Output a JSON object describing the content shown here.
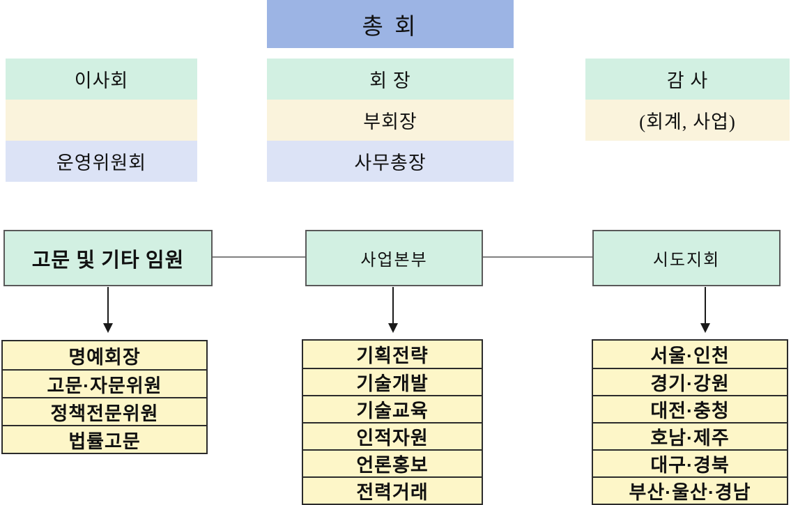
{
  "colors": {
    "assembly_blue": "#9cb4e4",
    "mint_green": "#d2f0e2",
    "cream": "#faf3dc",
    "lavender_blue": "#dce3f6",
    "list_yellow": "#fdf6c8",
    "connector_gray": "#808080",
    "box_border_gray": "#595959",
    "list_border_dark": "#2b2b2b"
  },
  "assembly": {
    "label": "총 회"
  },
  "columns": [
    {
      "rows": [
        {
          "text": "이사회"
        },
        {
          "text": ""
        },
        {
          "text": "운영위원회"
        }
      ]
    },
    {
      "rows": [
        {
          "text": "회 장"
        },
        {
          "text": "부회장"
        },
        {
          "text": "사무총장"
        }
      ]
    },
    {
      "rows": [
        {
          "text": "감 사"
        },
        {
          "text": "(회계, 사업)"
        }
      ]
    }
  ],
  "branches": [
    {
      "header": "고문 및 기타 임원",
      "items": [
        "명예회장",
        "고문·자문위원",
        "정책전문위원",
        "법률고문"
      ]
    },
    {
      "header": "사업본부",
      "items": [
        "기획전략",
        "기술개발",
        "기술교육",
        "인적자원",
        "언론홍보",
        "전력거래"
      ]
    },
    {
      "header": "시도지회",
      "items": [
        "서울·인천",
        "경기·강원",
        "대전·충청",
        "호남·제주",
        "대구·경북",
        "부산·울산·경남"
      ]
    }
  ]
}
